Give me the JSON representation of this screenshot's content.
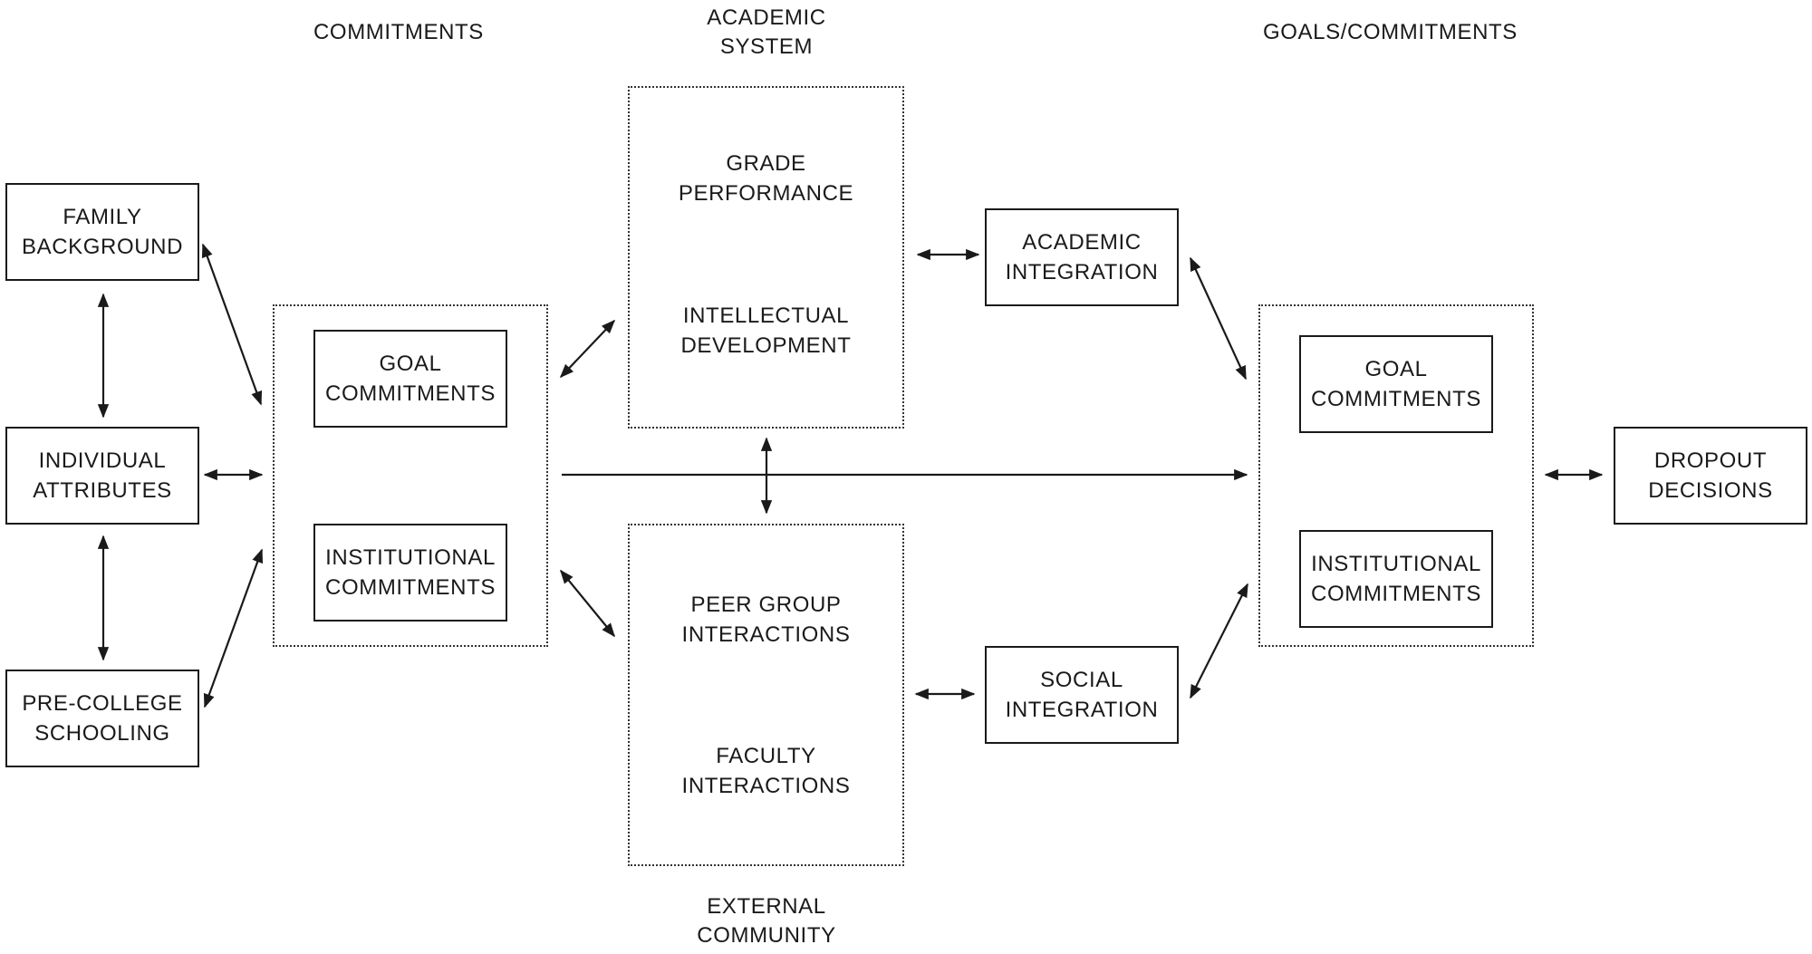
{
  "headers": {
    "commitments": "COMMITMENTS",
    "academic_system": [
      "ACADEMIC",
      "SYSTEM"
    ],
    "goals_commitments": "GOALS/COMMITMENTS",
    "external_community": [
      "EXTERNAL",
      "COMMUNITY"
    ]
  },
  "left_boxes": {
    "family_background": [
      "FAMILY",
      "BACKGROUND"
    ],
    "individual_attributes": [
      "INDIVIDUAL",
      "ATTRIBUTES"
    ],
    "pre_college_schooling": [
      "PRE-COLLEGE",
      "SCHOOLING"
    ]
  },
  "initial_commitments": {
    "goal": [
      "GOAL",
      "COMMITMENTS"
    ],
    "institutional": [
      "INSTITUTIONAL",
      "COMMITMENTS"
    ]
  },
  "academic_system": {
    "grade_performance": [
      "GRADE",
      "PERFORMANCE"
    ],
    "intellectual_development": [
      "INTELLECTUAL",
      "DEVELOPMENT"
    ]
  },
  "social_system": {
    "peer_group": [
      "PEER GROUP",
      "INTERACTIONS"
    ],
    "faculty": [
      "FACULTY",
      "INTERACTIONS"
    ]
  },
  "integration": {
    "academic": [
      "ACADEMIC",
      "INTEGRATION"
    ],
    "social": [
      "SOCIAL",
      "INTEGRATION"
    ]
  },
  "later_commitments": {
    "goal": [
      "GOAL",
      "COMMITMENTS"
    ],
    "institutional": [
      "INSTITUTIONAL",
      "COMMITMENTS"
    ]
  },
  "outcome": {
    "dropout": [
      "DROPOUT",
      "DECISIONS"
    ]
  }
}
